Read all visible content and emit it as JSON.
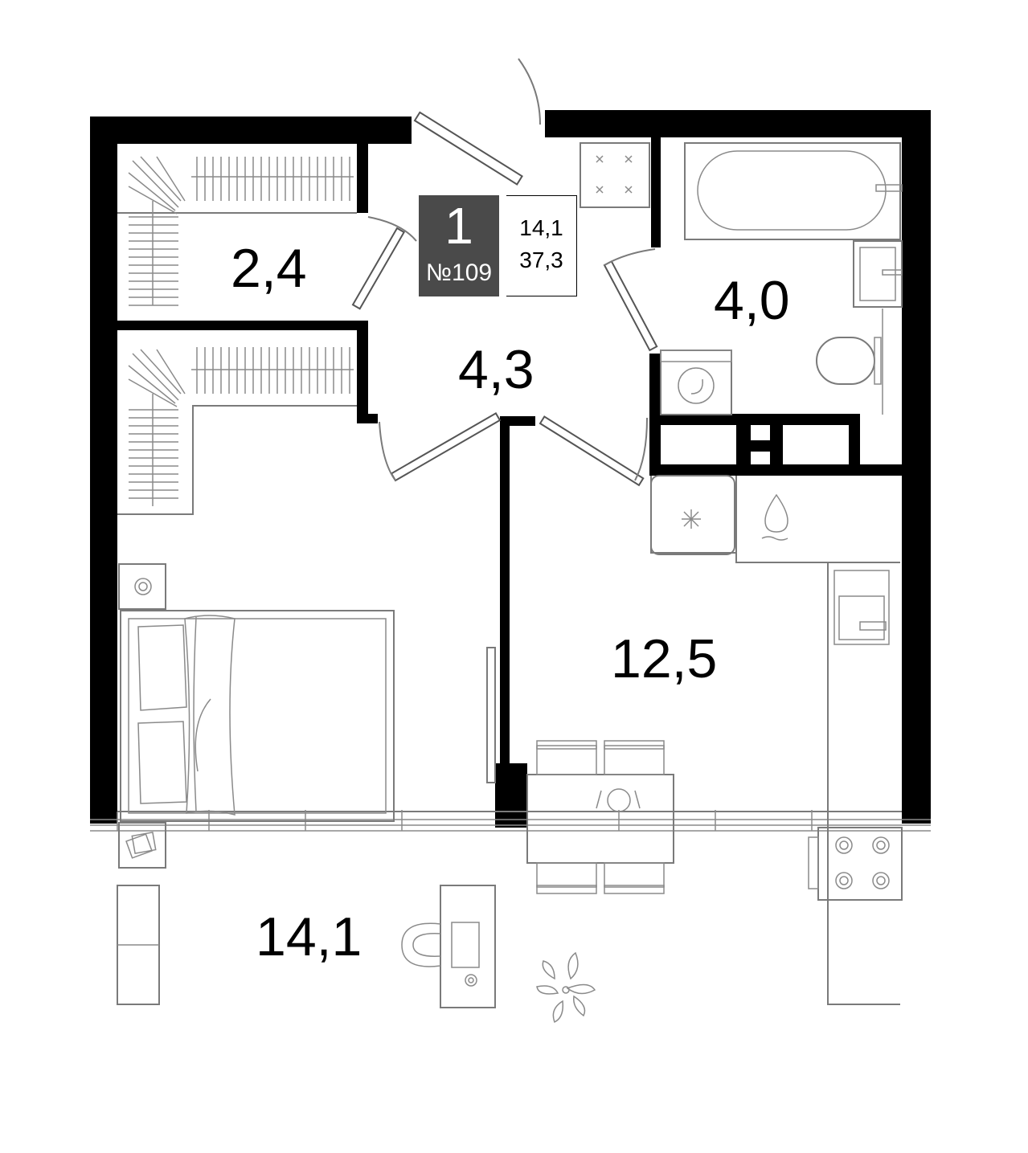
{
  "apartment": {
    "rooms": "1",
    "number": "№109",
    "living_area": "14,1",
    "total_area": "37,3"
  },
  "areas": {
    "wardrobe": "2,4",
    "hallway": "4,3",
    "bathroom": "4,0",
    "kitchen": "12,5",
    "bedroom": "14,1"
  },
  "colors": {
    "wall": "#000000",
    "badge": "#4a4a4a",
    "furniture_line": "#7a7a7a"
  }
}
